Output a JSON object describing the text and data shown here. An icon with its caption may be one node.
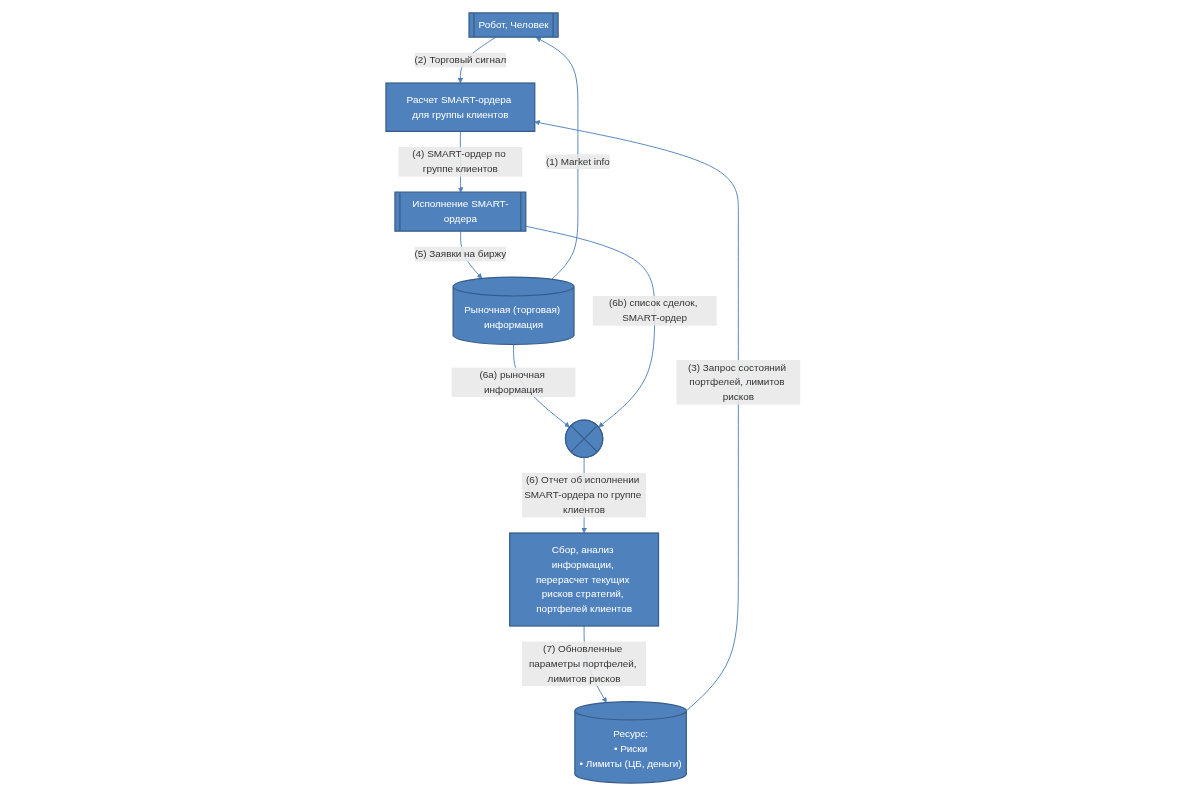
{
  "diagram": {
    "nodes": [
      {
        "text": [
          "Робот, Человек"
        ]
      },
      {
        "text": [
          "Рыночная (торговая) информация"
        ]
      },
      {
        "text": [
          "Расчет SMART-ордера для группы клиентов"
        ]
      },
      {
        "text": [
          "Исполнение SMART-ордера"
        ]
      },
      {
        "text": [],
        "shape": "circle"
      },
      {
        "text": [
          "Ресурс:",
          "• Риски",
          "• Лимиты (ЦБ, деньги)"
        ]
      },
      {
        "text": [
          "Сбор, анализ информации, перерасчет текущих рисков стратегий, портфелей клиентов"
        ]
      }
    ],
    "edges": [
      {
        "from": 1,
        "to": 0,
        "arrow": "to",
        "label": "(1) Market info"
      },
      {
        "from": 0,
        "to": 2,
        "arrow": "to",
        "label": "(2) Торговый сигнал"
      },
      {
        "from": 5,
        "to": 2,
        "arrow": "to",
        "label": "(3) Запрос состояний портфелей, лимитов рисков"
      },
      {
        "from": 2,
        "to": 3,
        "arrow": "to",
        "label": "(4) SMART-ордер по группе клиентов"
      },
      {
        "from": 3,
        "to": 1,
        "arrow": "to",
        "label": "(5) Заявки на биржу"
      },
      {
        "from": 1,
        "to": 4,
        "arrow": "to",
        "label": "(6a) рыночная информация"
      },
      {
        "from": 3,
        "to": 4,
        "arrow": "to",
        "label": "(6b) список сделок, SMART-ордер"
      },
      {
        "from": 4,
        "to": 6,
        "arrow": "to",
        "label": "(6) Отчет об исполнении SMART-ордера по группе клиентов"
      },
      {
        "from": 6,
        "to": 5,
        "arrow": "to",
        "label": "(7) Обновленные параметры портфелей, лимитов рисков"
      }
    ]
  }
}
